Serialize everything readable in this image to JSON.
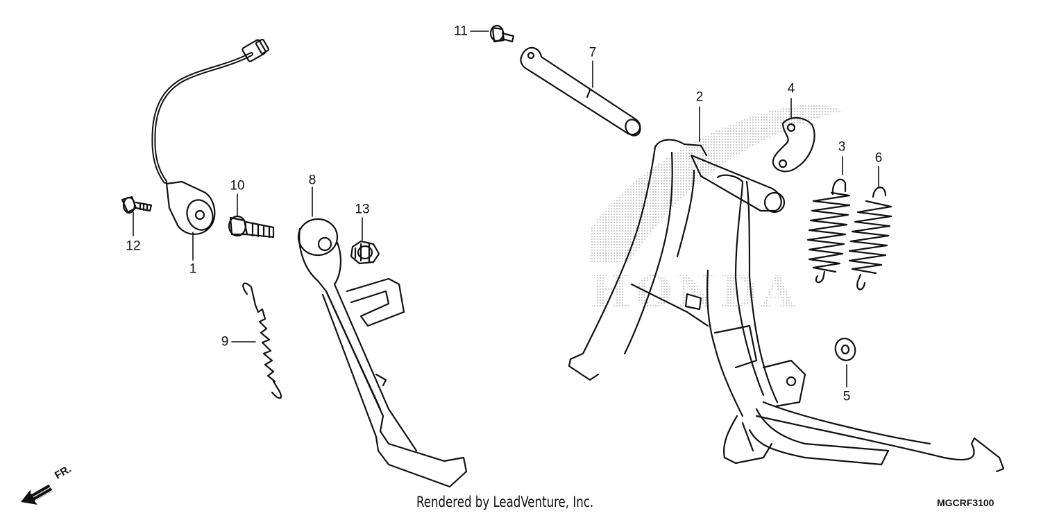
{
  "callouts": {
    "p1": "1",
    "p2": "2",
    "p3": "3",
    "p4": "4",
    "p5": "5",
    "p6": "6",
    "p7": "7",
    "p8": "8",
    "p9": "9",
    "p10": "10",
    "p11": "11",
    "p12": "12",
    "p13": "13"
  },
  "front_label": "FR.",
  "credit": "Rendered by LeadVenture, Inc.",
  "diagram_code": "MGCRF3100",
  "colors": {
    "ink": "#111111",
    "watermark": "#c8c8c8",
    "background": "#ffffff"
  }
}
